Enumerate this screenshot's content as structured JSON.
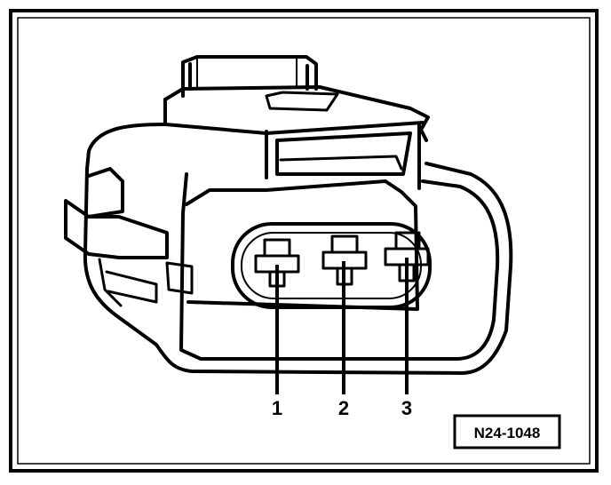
{
  "diagram": {
    "pins": [
      {
        "label": "1"
      },
      {
        "label": "2"
      },
      {
        "label": "3"
      }
    ],
    "reference_code": "N24-1048"
  },
  "colors": {
    "line": "#000000",
    "background": "#ffffff"
  }
}
